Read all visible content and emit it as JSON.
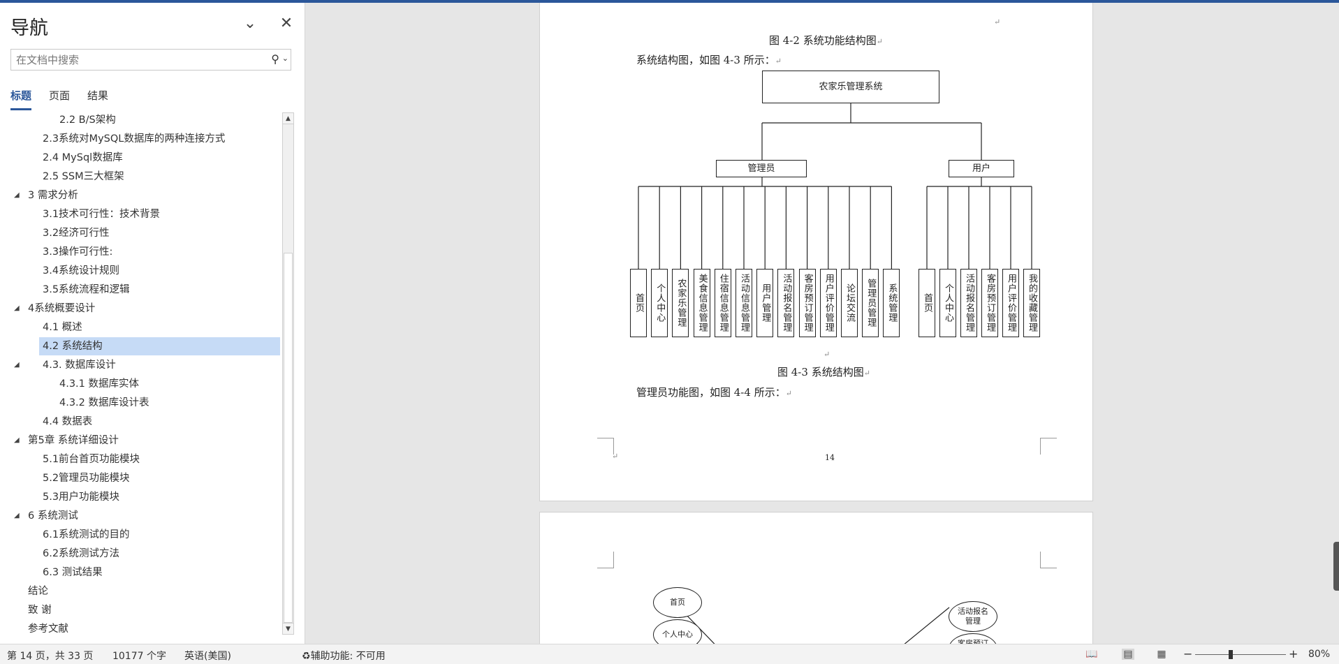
{
  "nav": {
    "title": "导航",
    "search_placeholder": "在文档中搜索",
    "tabs": [
      "标题",
      "页面",
      "结果"
    ],
    "tree": [
      {
        "label": "2.2 B/S架构",
        "level": 3,
        "expand": ""
      },
      {
        "label": "2.3系统对MySQL数据库的两种连接方式",
        "level": 2,
        "expand": ""
      },
      {
        "label": "2.4 MySql数据库",
        "level": 2,
        "expand": ""
      },
      {
        "label": "2.5 SSM三大框架",
        "level": 2,
        "expand": ""
      },
      {
        "label": "3 需求分析",
        "level": 1,
        "expand": "◢"
      },
      {
        "label": "3.1技术可行性：技术背景",
        "level": 2,
        "expand": ""
      },
      {
        "label": "3.2经济可行性",
        "level": 2,
        "expand": ""
      },
      {
        "label": "3.3操作可行性:",
        "level": 2,
        "expand": ""
      },
      {
        "label": "3.4系统设计规则",
        "level": 2,
        "expand": ""
      },
      {
        "label": "3.5系统流程和逻辑",
        "level": 2,
        "expand": ""
      },
      {
        "label": "4系统概要设计",
        "level": 1,
        "expand": "◢"
      },
      {
        "label": "4.1 概述",
        "level": 2,
        "expand": ""
      },
      {
        "label": "4.2 系统结构",
        "level": 2,
        "expand": "",
        "selected": true
      },
      {
        "label": "4.3. 数据库设计",
        "level": 2,
        "expand": "◢"
      },
      {
        "label": "4.3.1 数据库实体",
        "level": 3,
        "expand": ""
      },
      {
        "label": "4.3.2 数据库设计表",
        "level": 3,
        "expand": ""
      },
      {
        "label": "4.4 数据表",
        "level": 2,
        "expand": ""
      },
      {
        "label": "第5章 系统详细设计",
        "level": 1,
        "expand": "◢"
      },
      {
        "label": "5.1前台首页功能模块",
        "level": 2,
        "expand": ""
      },
      {
        "label": "5.2管理员功能模块",
        "level": 2,
        "expand": ""
      },
      {
        "label": "5.3用户功能模块",
        "level": 2,
        "expand": ""
      },
      {
        "label": "6 系统测试",
        "level": 1,
        "expand": "◢"
      },
      {
        "label": "6.1系统测试的目的",
        "level": 2,
        "expand": ""
      },
      {
        "label": "6.2系统测试方法",
        "level": 2,
        "expand": ""
      },
      {
        "label": "6.3 测试结果",
        "level": 2,
        "expand": ""
      },
      {
        "label": "结论",
        "level": 1,
        "expand": ""
      },
      {
        "label": "致 谢",
        "level": 1,
        "expand": ""
      },
      {
        "label": "参考文献",
        "level": 1,
        "expand": ""
      }
    ]
  },
  "doc": {
    "fig42_caption": "图 4-2 系统功能结构图",
    "line1": "系统结构图，如图 4-3 所示：",
    "fig43_caption": "图 4-3  系统结构图",
    "line2": "管理员功能图，如图 4-4 所示：",
    "page_number": "14",
    "para_mark": "↵",
    "diagram": {
      "root": "农家乐管理系统",
      "admin": "管理员",
      "user": "用户",
      "admin_items": [
        "首页",
        "个人中心",
        "农家乐管理",
        "美食信息管理",
        "住宿信息管理",
        "活动信息管理",
        "用户管理",
        "活动报名管理",
        "客房预订管理",
        "用户评价管理",
        "论坛交流",
        "管理员管理",
        "系统管理"
      ],
      "user_items": [
        "首页",
        "个人中心",
        "活动报名管理",
        "客房预订管理",
        "用户评价管理",
        "我的收藏管理"
      ]
    },
    "next_page": {
      "left_nodes": [
        "首页",
        "个人中心"
      ],
      "right_nodes": [
        "活动报名管理",
        "客房预订管理"
      ]
    }
  },
  "status": {
    "page_info": "第 14 页，共 33 页",
    "word_count": "10177 个字",
    "language": "英语(美国)",
    "accessibility": "辅助功能: 不可用",
    "zoom": "80%",
    "zoom_minus": "−",
    "zoom_plus": "+"
  }
}
